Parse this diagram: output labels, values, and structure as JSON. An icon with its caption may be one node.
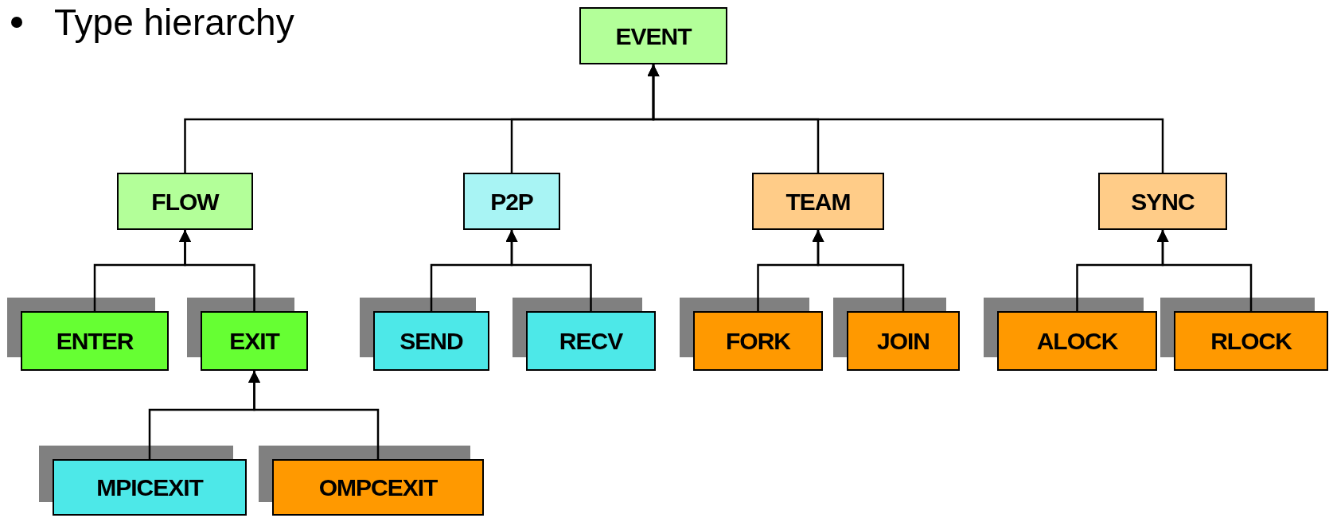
{
  "diagram": {
    "title": "Type hierarchy",
    "nodes": [
      {
        "text": [
          "EVENT"
        ]
      },
      {
        "text": [
          "FLOW"
        ]
      },
      {
        "text": [
          "P2P"
        ]
      },
      {
        "text": [
          "TEAM"
        ]
      },
      {
        "text": [
          "SYNC"
        ]
      },
      {
        "text": [
          "ENTER"
        ]
      },
      {
        "text": [
          "EXIT"
        ]
      },
      {
        "text": [
          "SEND"
        ]
      },
      {
        "text": [
          "RECV"
        ]
      },
      {
        "text": [
          "FORK"
        ]
      },
      {
        "text": [
          "JOIN"
        ]
      },
      {
        "text": [
          "ALOCK"
        ]
      },
      {
        "text": [
          "RLOCK"
        ]
      },
      {
        "text": [
          "MPICEXIT"
        ]
      },
      {
        "text": [
          "OMPCEXIT"
        ]
      }
    ],
    "edges": [
      {
        "from": 1,
        "to": 0,
        "arrow": "to"
      },
      {
        "from": 2,
        "to": 0,
        "arrow": "to"
      },
      {
        "from": 3,
        "to": 0,
        "arrow": "to"
      },
      {
        "from": 4,
        "to": 0,
        "arrow": "to"
      },
      {
        "from": 5,
        "to": 1,
        "arrow": "to"
      },
      {
        "from": 6,
        "to": 1,
        "arrow": "to"
      },
      {
        "from": 7,
        "to": 2,
        "arrow": "to"
      },
      {
        "from": 8,
        "to": 2,
        "arrow": "to"
      },
      {
        "from": 9,
        "to": 3,
        "arrow": "to"
      },
      {
        "from": 10,
        "to": 3,
        "arrow": "to"
      },
      {
        "from": 11,
        "to": 4,
        "arrow": "to"
      },
      {
        "from": 12,
        "to": 4,
        "arrow": "to"
      },
      {
        "from": 13,
        "to": 6,
        "arrow": "to"
      },
      {
        "from": 14,
        "to": 6,
        "arrow": "to"
      }
    ]
  }
}
